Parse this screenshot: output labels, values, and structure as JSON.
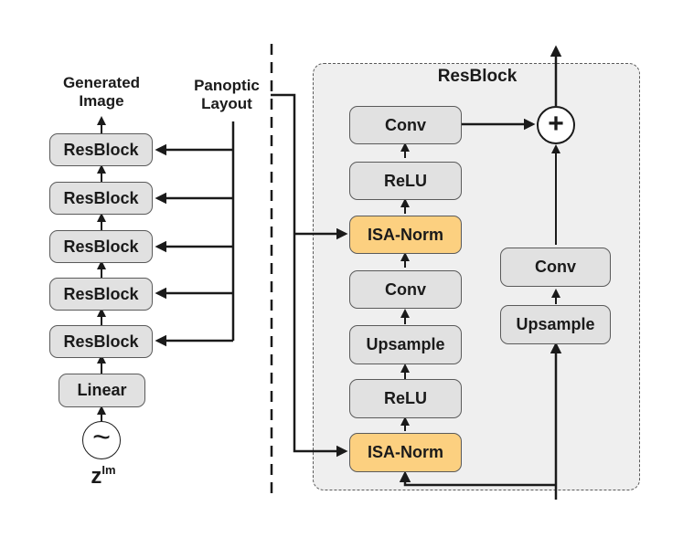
{
  "left_column": {
    "output_label_line1": "Generated",
    "output_label_line2": "Image",
    "resblocks": [
      "ResBlock",
      "ResBlock",
      "ResBlock",
      "ResBlock",
      "ResBlock"
    ],
    "linear_label": "Linear",
    "noise_symbol": "~",
    "latent_label": "z",
    "latent_superscript": "Im"
  },
  "layout_input": {
    "label_line1": "Panoptic",
    "label_line2": "Layout"
  },
  "resblock_detail": {
    "title": "ResBlock",
    "main_path": [
      "Conv",
      "ReLU",
      "ISA-Norm",
      "Conv",
      "Upsample",
      "ReLU",
      "ISA-Norm"
    ],
    "skip_path": [
      "Conv",
      "Upsample"
    ],
    "add_symbol": "+"
  },
  "colors": {
    "gray_block": "#e1e1e1",
    "norm_block": "#fcd080",
    "panel": "#efefef",
    "line": "#1a1a1a"
  }
}
